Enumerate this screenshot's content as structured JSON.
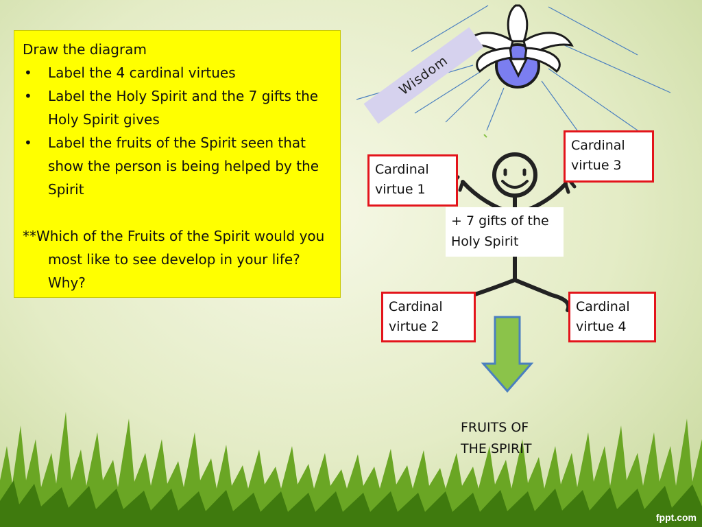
{
  "instructions": {
    "title": "Draw the diagram",
    "bullets": [
      "Label the 4 cardinal virtues",
      "Label the Holy Spirit and the 7 gifts the Holy Spirit gives",
      "Label the fruits of the Spirit seen that show the person is being helped by the Spirit"
    ],
    "question": "**Which of the Fruits of the Spirit would you most like to see develop in your life?  Why?"
  },
  "diagram": {
    "wisdom_label": "Wisdom",
    "virtue_1": "Cardinal virtue 1",
    "virtue_2": "Cardinal virtue 2",
    "virtue_3": "Cardinal virtue 3",
    "virtue_4": "Cardinal virtue 4",
    "gifts_label": "+ 7 gifts of the Holy Spirit",
    "fruits_label": "FRUITS OF THE SPIRIT"
  },
  "footer": {
    "watermark": "fppt.com"
  },
  "colors": {
    "instruction_bg": "#ffff00",
    "virtue_border": "#e3141b",
    "ray": "#4a7fc0",
    "arrow_fill": "#8bc34a",
    "arrow_stroke": "#4a7fc0",
    "dove_circle": "#7b7ef0",
    "grass": "#5f9a1c"
  }
}
